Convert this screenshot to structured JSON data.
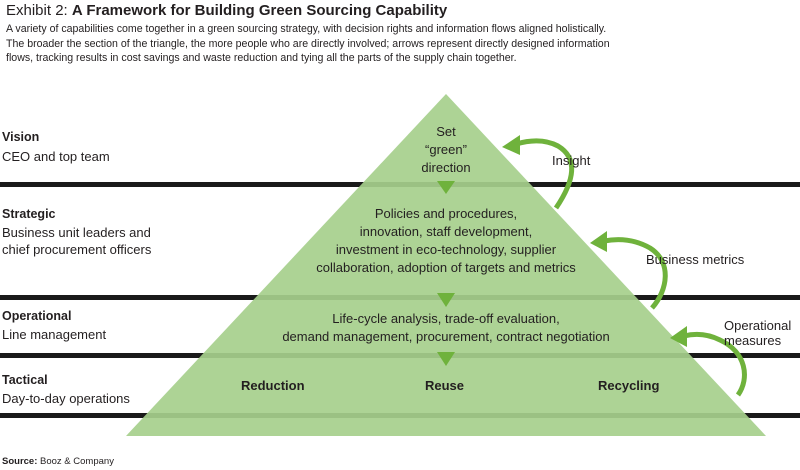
{
  "header": {
    "exhibit": "Exhibit 2:",
    "title": "A Framework for Building Green Sourcing Capability",
    "caption_lines": [
      "A variety of capabilities come together in a green sourcing strategy, with decision rights and information flows aligned holistically.",
      "The broader the section of the triangle, the more people who are directly involved; arrows represent directly designed information",
      "flows, tracking results in cost savings and waste reduction and tying all the parts of the supply chain together."
    ]
  },
  "tiers": [
    {
      "name": "Vision",
      "desc": [
        "CEO and top team"
      ]
    },
    {
      "name": "Strategic",
      "desc": [
        "Business unit leaders and",
        "chief procurement officers"
      ]
    },
    {
      "name": "Operational",
      "desc": [
        "Line management"
      ]
    },
    {
      "name": "Tactical",
      "desc": [
        "Day-to-day operations"
      ]
    }
  ],
  "triangle": {
    "vision_text": [
      "Set",
      "“green”",
      "direction"
    ],
    "strategic_text": [
      "Policies and procedures,",
      "innovation, staff development,",
      "investment in eco-technology, supplier",
      "collaboration, adoption of targets and metrics"
    ],
    "operational_text": [
      "Life-cycle analysis, trade-off evaluation,",
      "demand management, procurement, contract negotiation"
    ],
    "tactical_items": [
      "Reduction",
      "Reuse",
      "Recycling"
    ]
  },
  "feedback_labels": {
    "insight": "Insight",
    "business_metrics": "Business metrics",
    "operational_measures": [
      "Operational",
      "measures"
    ]
  },
  "source": {
    "label": "Source:",
    "text": "Booz & Company"
  },
  "colors": {
    "triangle": "#a6cf8c",
    "arrow": "#6fb23c",
    "band": "#1a1a1a"
  }
}
